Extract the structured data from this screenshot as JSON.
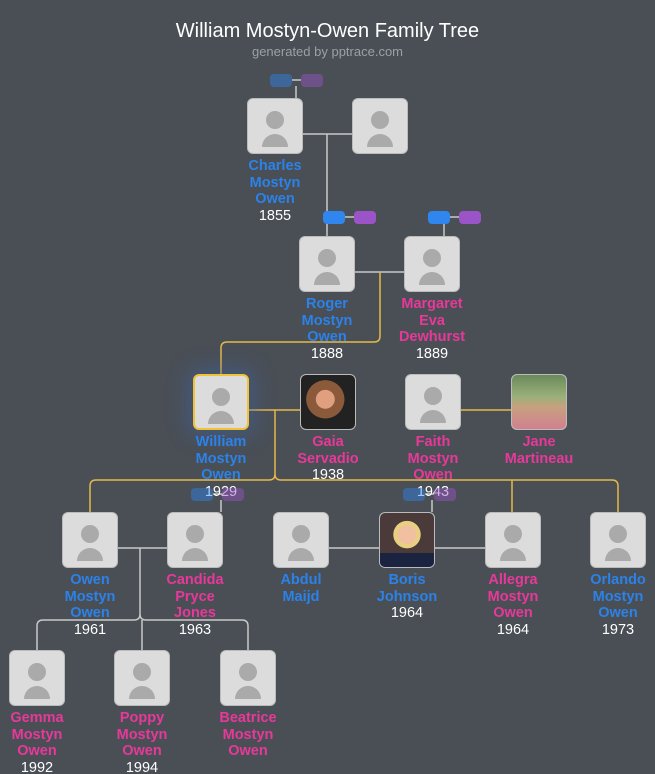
{
  "header": {
    "title": "William Mostyn-Owen Family Tree",
    "subtitle": "generated by pptrace.com"
  },
  "colors": {
    "male": "#2b82e8",
    "female": "#e8389a",
    "selected_border": "#f1c232",
    "line_gold": "#e6b84a",
    "line_gray": "#c8c8c8",
    "background": "#4a4f56"
  },
  "people": [
    {
      "name": [
        "Charles",
        "Mostyn",
        "Owen"
      ],
      "year": "1855",
      "gender": "m",
      "image": "avatar-placeholder"
    },
    {
      "name": [],
      "year": "",
      "gender": "f",
      "image": "avatar-placeholder"
    },
    {
      "name": [
        "Roger",
        "Mostyn",
        "Owen"
      ],
      "year": "1888",
      "gender": "m",
      "image": "avatar-placeholder"
    },
    {
      "name": [
        "Margaret",
        "Eva",
        "Dewhurst"
      ],
      "year": "1889",
      "gender": "f",
      "image": "avatar-placeholder"
    },
    {
      "name": [
        "William",
        "Mostyn",
        "Owen"
      ],
      "year": "1929",
      "gender": "m",
      "image": "avatar-placeholder",
      "selected": true
    },
    {
      "name": [
        "Gaia",
        "Servadio"
      ],
      "year": "1938",
      "gender": "f",
      "image": "photo-gaia"
    },
    {
      "name": [
        "Faith",
        "Mostyn",
        "Owen"
      ],
      "year": "1943",
      "gender": "f",
      "image": "avatar-placeholder"
    },
    {
      "name": [
        "Jane",
        "Martineau"
      ],
      "year": "",
      "gender": "f",
      "image": "photo-jane"
    },
    {
      "name": [
        "Owen",
        "Mostyn",
        "Owen"
      ],
      "year": "1961",
      "gender": "m",
      "image": "avatar-placeholder"
    },
    {
      "name": [
        "Candida",
        "Pryce",
        "Jones"
      ],
      "year": "1963",
      "gender": "f",
      "image": "avatar-placeholder"
    },
    {
      "name": [
        "Abdul",
        "Maijd"
      ],
      "year": "",
      "gender": "m",
      "image": "avatar-placeholder"
    },
    {
      "name": [
        "Boris",
        "Johnson"
      ],
      "year": "1964",
      "gender": "m",
      "image": "photo-boris"
    },
    {
      "name": [
        "Allegra",
        "Mostyn",
        "Owen"
      ],
      "year": "1964",
      "gender": "f",
      "image": "avatar-placeholder"
    },
    {
      "name": [
        "Orlando",
        "Mostyn",
        "Owen"
      ],
      "year": "1973",
      "gender": "m",
      "image": "avatar-placeholder"
    },
    {
      "name": [
        "Gemma",
        "Mostyn",
        "Owen"
      ],
      "year": "1992",
      "gender": "f",
      "image": "avatar-placeholder"
    },
    {
      "name": [
        "Poppy",
        "Mostyn",
        "Owen"
      ],
      "year": "1994",
      "gender": "f",
      "image": "avatar-placeholder"
    },
    {
      "name": [
        "Beatrice",
        "Mostyn",
        "Owen"
      ],
      "year": "",
      "gender": "f",
      "image": "avatar-placeholder"
    }
  ],
  "parent_toggles": [
    {
      "person": "Charles Mostyn Owen",
      "state": "faded"
    },
    {
      "person": "Roger Mostyn Owen",
      "state": "active"
    },
    {
      "person": "Margaret Eva Dewhurst",
      "state": "active"
    },
    {
      "person": "William Mostyn Owen",
      "state": "faded"
    },
    {
      "person": "Faith Mostyn Owen",
      "state": "faded"
    }
  ]
}
